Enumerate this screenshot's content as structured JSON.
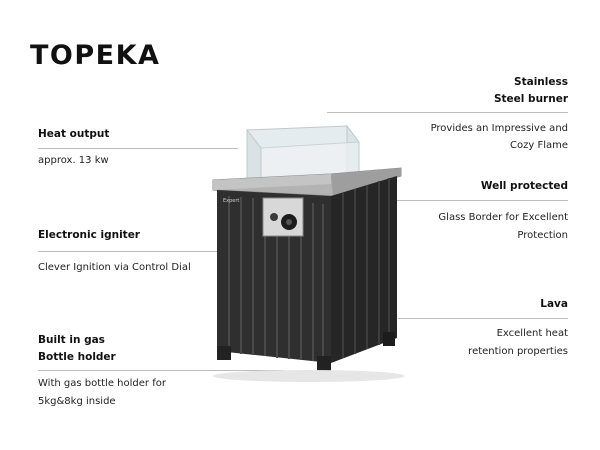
{
  "product": {
    "name": "TOPEKA",
    "brand_plate": "Expert"
  },
  "features_left": [
    {
      "title": "Heat output",
      "description": "approx. 13 kw"
    },
    {
      "title": "Electronic igniter",
      "description": "Clever Ignition via Control Dial"
    },
    {
      "title": "Built in gas\nBottle holder",
      "title_line1": "Built in gas",
      "title_line2": "Bottle holder",
      "description_line1": "With gas bottle holder for",
      "description_line2": "5kg&8kg inside"
    }
  ],
  "features_right": [
    {
      "title_line1": "Stainless",
      "title_line2": "Steel burner",
      "description_line1": "Provides an Impressive and",
      "description_line2": "Cozy Flame"
    },
    {
      "title": "Well protected",
      "description_line1": "Glass Border for Excellent",
      "description_line2": "Protection"
    },
    {
      "title": "Lava",
      "description_line1": "Excellent heat",
      "description_line2": "retention properties"
    }
  ],
  "colors": {
    "body": "#2e2e2e",
    "top": "#a9a9a9",
    "glass": "#d9e3e6",
    "rule": "#bdbdbd"
  }
}
